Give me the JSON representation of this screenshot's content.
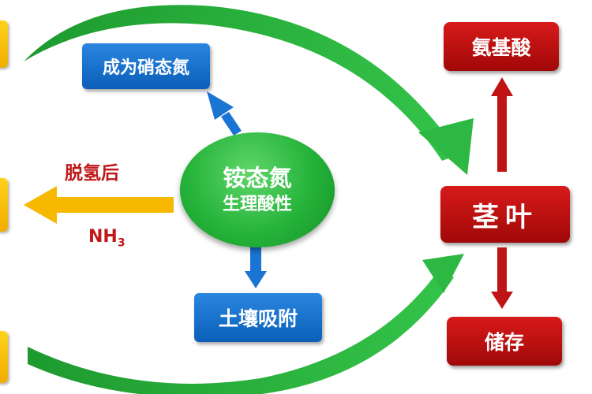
{
  "center": {
    "line1": "铵态氮",
    "line2": "生理酸性"
  },
  "blue_top": "成为硝态氮",
  "blue_bottom": "土壤吸附",
  "red_top": "氨基酸",
  "red_middle": "茎叶",
  "red_bottom": "储存",
  "left_label_top": "脱氢后",
  "left_label_bottom": "NH",
  "left_label_bottom_sub": "3",
  "colors": {
    "blue": "#1070cc",
    "red": "#c01010",
    "green": "#22b038",
    "yellow": "#f7b800"
  }
}
